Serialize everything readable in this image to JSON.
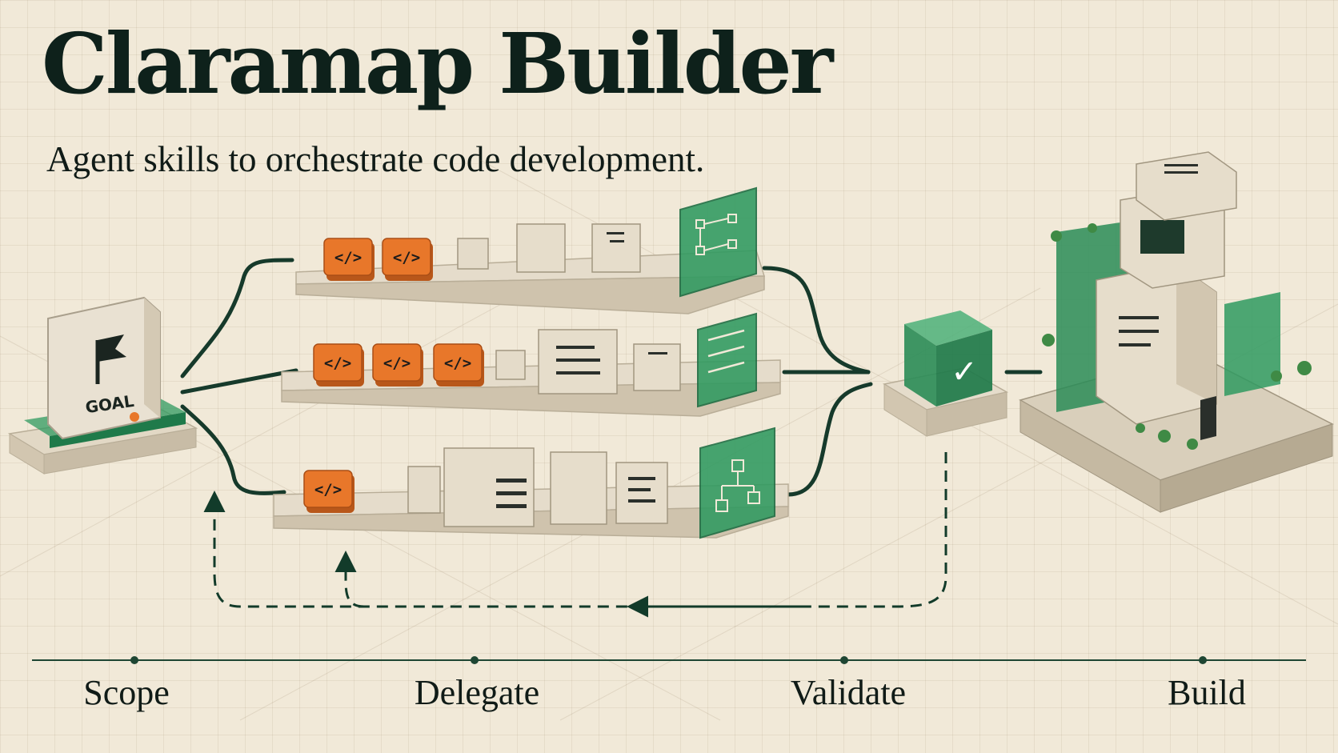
{
  "header": {
    "title": "Claramap Builder",
    "subtitle": "Agent skills to orchestrate code development."
  },
  "goal_block": {
    "label": "GOAL"
  },
  "code_tile_glyph": "</>",
  "validate_glyph": "✓",
  "stages": [
    {
      "label": "Scope"
    },
    {
      "label": "Delegate"
    },
    {
      "label": "Validate"
    },
    {
      "label": "Build"
    }
  ],
  "colors": {
    "background": "#f1e9d8",
    "ink": "#0e211b",
    "accent_green": "#1f7a4a",
    "code_orange": "#e8772a",
    "stone": "#e5dccb"
  }
}
